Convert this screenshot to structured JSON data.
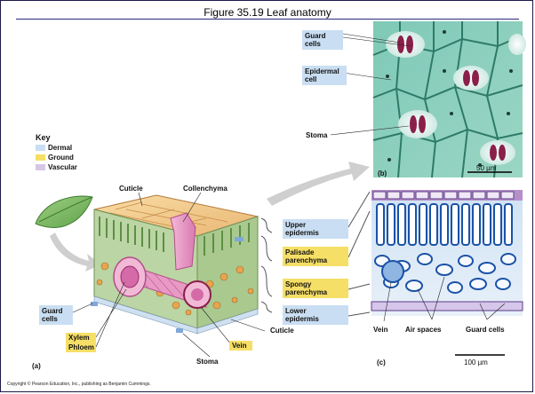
{
  "title": "Figure 35.19  Leaf anatomy",
  "key": {
    "heading": "Key",
    "items": [
      {
        "label": "Dermal",
        "color": "#c9def2"
      },
      {
        "label": "Ground",
        "color": "#f6df66"
      },
      {
        "label": "Vascular",
        "color": "#d7c6e6"
      }
    ]
  },
  "panel_a": {
    "letter": "(a)",
    "labels": {
      "cuticle_top": "Cuticle",
      "collenchyma": "Collenchyma",
      "guard_cells": "Guard\ncells",
      "xylem": "Xylem",
      "phloem": "Phloem",
      "stoma": "Stoma",
      "vein": "Vein",
      "cuticle_bottom": "Cuticle"
    }
  },
  "tissue_labels": {
    "upper_epidermis": "Upper\nepidermis",
    "palisade": "Palisade\nparenchyma",
    "spongy": "Spongy\nparenchyma",
    "lower_epidermis": "Lower\nepidermis"
  },
  "panel_b": {
    "letter": "(b)",
    "scale": "50 µm",
    "labels": {
      "guard_cells": "Guard\ncells",
      "epidermal_cell": "Epidermal\ncell",
      "stoma": "Stoma"
    }
  },
  "panel_c": {
    "letter": "(c)",
    "scale": "100 µm",
    "labels": {
      "vein": "Vein",
      "air_spaces": "Air spaces",
      "guard_cells": "Guard cells"
    }
  },
  "copyright": "Copyright © Pearson Education, Inc., publishing as Benjamin Cummings."
}
